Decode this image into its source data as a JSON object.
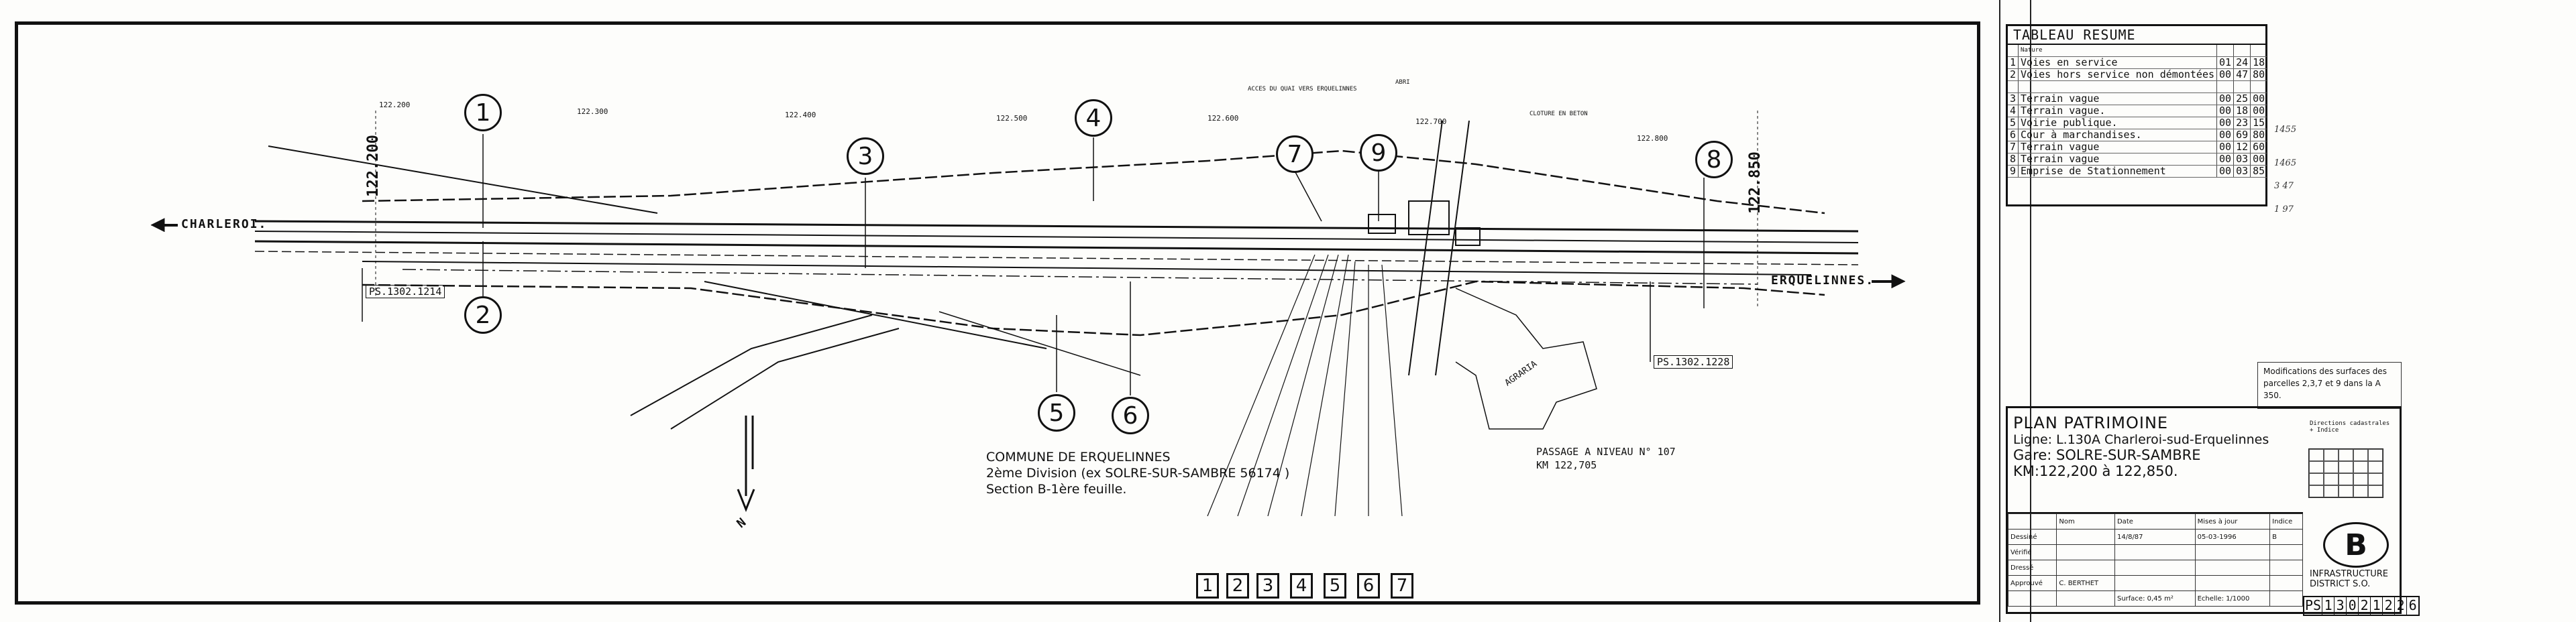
{
  "plan": {
    "km_start": "122.200",
    "km_end": "122.850",
    "dir_left": "CHARLEROI.",
    "dir_right": "ERQUELINNES.",
    "ps_left": "PS.1302.1214",
    "ps_right": "PS.1302.1228",
    "passage_label": "PASSAGE A NIVEAU N° 107",
    "passage_km": "KM 122,705",
    "agraria": "AGRARIA",
    "north": "N",
    "commune_line1": "COMMUNE DE ERQUELINNES",
    "commune_line2": "2ème Division (ex SOLRE-SUR-SAMBRE 56174 )",
    "commune_line3": "Section B-1ère feuille.",
    "km_marks": [
      "122.200",
      "122.300",
      "122.400",
      "122.500",
      "122.600",
      "122.700",
      "122.800"
    ],
    "top_annotations": [
      "ACCES DU QUAI VERS ERQUELINNES",
      "ABRI",
      "CLOTURE EN BETON"
    ],
    "circle_labels": [
      "1",
      "2",
      "3",
      "4",
      "5",
      "6",
      "7",
      "8",
      "9"
    ],
    "box_labels": [
      "1",
      "2",
      "3",
      "4",
      "5",
      "6",
      "7"
    ]
  },
  "resume": {
    "title": "TABLEAU RESUME",
    "col_nature": "Nature",
    "rows": [
      {
        "n": "1",
        "nature": "Voies en service",
        "a": "01",
        "b": "24",
        "c": "18"
      },
      {
        "n": "2",
        "nature": "Voies hors service non démontées",
        "a": "00",
        "b": "47",
        "c": "80"
      },
      {
        "n": "3",
        "nature": "Terrain vague",
        "a": "00",
        "b": "25",
        "c": "00"
      },
      {
        "n": "4",
        "nature": "Terrain vague.",
        "a": "00",
        "b": "18",
        "c": "00"
      },
      {
        "n": "5",
        "nature": "Voirie publique.",
        "a": "00",
        "b": "23",
        "c": "15"
      },
      {
        "n": "6",
        "nature": "Cour à marchandises.",
        "a": "00",
        "b": "69",
        "c": "80"
      },
      {
        "n": "7",
        "nature": "Terrain vague",
        "a": "00",
        "b": "12",
        "c": "60"
      },
      {
        "n": "8",
        "nature": "Terrain vague",
        "a": "00",
        "b": "03",
        "c": "00"
      },
      {
        "n": "9",
        "nature": "Emprise de Stationnement",
        "a": "00",
        "b": "03",
        "c": "85"
      }
    ],
    "notes": [
      "1455",
      "1465",
      "3 47",
      "1 97"
    ]
  },
  "modification": "Modifications des surfaces des parcelles 2,3,7 et 9 dans la A 350.",
  "title_block": {
    "title": "PLAN PATRIMOINE",
    "ligne": "Ligne: L.130A Charleroi-sud-Erquelinnes",
    "gare": "Gare: SOLRE-SUR-SAMBRE",
    "km": "KM:122,200 à 122,850.",
    "legend_label": "Directions cadastrales + Indice",
    "sig_headers": [
      "",
      "Nom",
      "Date",
      "Mises à jour",
      "Indice"
    ],
    "sig_rows": [
      {
        "role": "Dessiné",
        "name": "",
        "date": "14/8/87",
        "update": "05-03-1996",
        "idx": "B"
      },
      {
        "role": "Vérifié",
        "name": "",
        "date": "",
        "update": "",
        "idx": ""
      },
      {
        "role": "Dressé",
        "name": "",
        "date": "",
        "update": "",
        "idx": ""
      },
      {
        "role": "Approuvé",
        "name": "C. BERTHET",
        "date": "",
        "update": "",
        "idx": ""
      }
    ],
    "surface": "Surface: 0,45 m²",
    "echelle": "Echelle: 1/1000",
    "logo": "B",
    "infra1": "INFRASTRUCTURE",
    "infra2": "DISTRICT S.O.",
    "ref": [
      "PS",
      "1",
      "3",
      "0",
      "2",
      "1",
      "2",
      "2",
      "6"
    ]
  }
}
